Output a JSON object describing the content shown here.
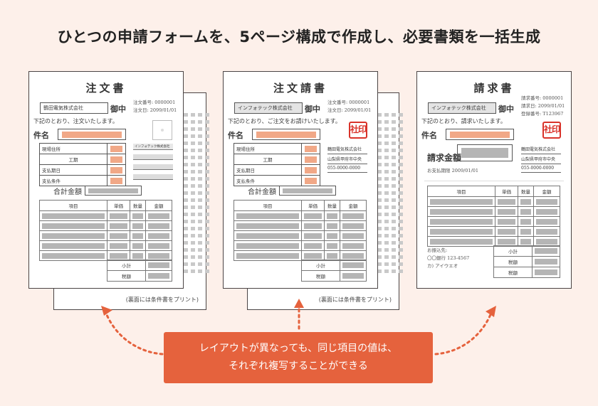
{
  "headline": "ひとつの申請フォームを、5ページ構成で作成し、必要書類を一括生成",
  "colors": {
    "background": "#fdf0ea",
    "accent": "#e5623d",
    "field_highlight": "#f1a887",
    "placeholder_grey": "#b5b5b5",
    "seal_red": "#d9332a"
  },
  "documents": [
    {
      "title": "注文書",
      "addressee": "鶴田電気株式会社",
      "honorific": "御中",
      "meta": [
        "注文番号:  0000001",
        "注文日:  2099/01/01"
      ],
      "intro": "下記のとおり、注文いたします。",
      "subject_label": "件名",
      "fields": [
        "現場住所",
        "工期",
        "支払期日",
        "支払条件"
      ],
      "side_company": "インフォテック株式会社",
      "total_label": "合計金額",
      "table_headers": [
        "項目",
        "単価",
        "数量",
        "金額"
      ],
      "summary_rows": [
        "小計",
        "税額"
      ],
      "back_note": "(裏面には条件書をプリント)"
    },
    {
      "title": "注文請書",
      "addressee": "インフォテック株式会社",
      "honorific": "御中",
      "meta": [
        "注文番号:  0000001",
        "注文日:  2099/01/01"
      ],
      "intro": "下記のとおり、ご注文をお請けいたします。",
      "subject_label": "件名",
      "seal": "社印",
      "fields": [
        "現場住所",
        "工期",
        "支払期日",
        "支払条件"
      ],
      "side_lines": [
        "鶴田電気株式会社",
        "山梨県甲府市中央",
        "055-0000-0000"
      ],
      "total_label": "合計金額",
      "table_headers": [
        "項目",
        "単価",
        "数量",
        "金額"
      ],
      "summary_rows": [
        "小計",
        "税額"
      ],
      "back_note": "(裏面には条件書をプリント)"
    },
    {
      "title": "請求書",
      "addressee": "インフォテック株式会社",
      "honorific": "御中",
      "meta": [
        "請求番号:  0000001",
        "請求日:  2099/01/01",
        "登録番号:  T123967"
      ],
      "intro": "下記のとおり、請求いたします。",
      "subject_label": "件名",
      "seal": "社印",
      "amount_label": "請求金額",
      "payment_due": "お支払期限   2009/01/01",
      "side_lines": [
        "鶴田電気株式会社",
        "山梨県甲府市中央",
        "055-0000-0000"
      ],
      "table_headers": [
        "項目",
        "単価",
        "数量",
        "金額"
      ],
      "bank_info": [
        "お振込先:",
        "〇〇銀行 123-4567",
        "カ) アイウエオ"
      ],
      "summary_rows": [
        "小計",
        "税額",
        "税額"
      ]
    }
  ],
  "callout": {
    "line1": "レイアウトが異なっても、同じ項目の値は、",
    "line2": "それぞれ複写することができる"
  }
}
